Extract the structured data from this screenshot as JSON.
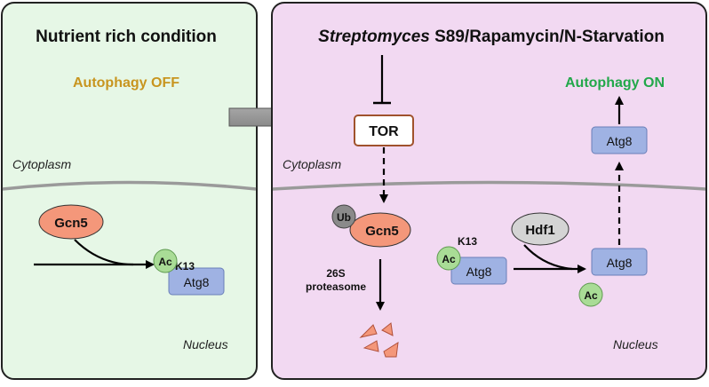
{
  "left_panel": {
    "title": "Nutrient rich condition",
    "status": "Autophagy OFF",
    "cytoplasm_label": "Cytoplasm",
    "nucleus_label": "Nucleus",
    "gcn5_label": "Gcn5",
    "ac_label": "Ac",
    "k13_label": "K13",
    "atg8_label": "Atg8"
  },
  "right_panel": {
    "title_italic": "Streptomyces",
    "title_rest": " S89/Rapamycin/N-Starvation",
    "status": "Autophagy ON",
    "tor_label": "TOR",
    "cytoplasm_label": "Cytoplasm",
    "nucleus_label": "Nucleus",
    "ub_label": "Ub",
    "gcn5_label": "Gcn5",
    "proteasome_line1": "26S",
    "proteasome_line2": "proteasome",
    "k13_label": "K13",
    "ac_label": "Ac",
    "atg8_label": "Atg8",
    "hdf1_label": "Hdf1",
    "atg8_mid_label": "Atg8",
    "ac_free_label": "Ac",
    "atg8_top_label": "Atg8"
  },
  "colors": {
    "left_bg": "#e6f7e6",
    "right_bg": "#f2d9f2",
    "off_text": "#c8951f",
    "on_text": "#22a84a",
    "gcn5_fill": "#f4977a",
    "atg8_fill": "#9fb2e3",
    "ac_fill": "#a9dc96",
    "hdf1_fill": "#d4d4d4",
    "ub_fill": "#8a8a8a",
    "tor_border": "#a0522d",
    "membrane": "#9a9a9a"
  }
}
